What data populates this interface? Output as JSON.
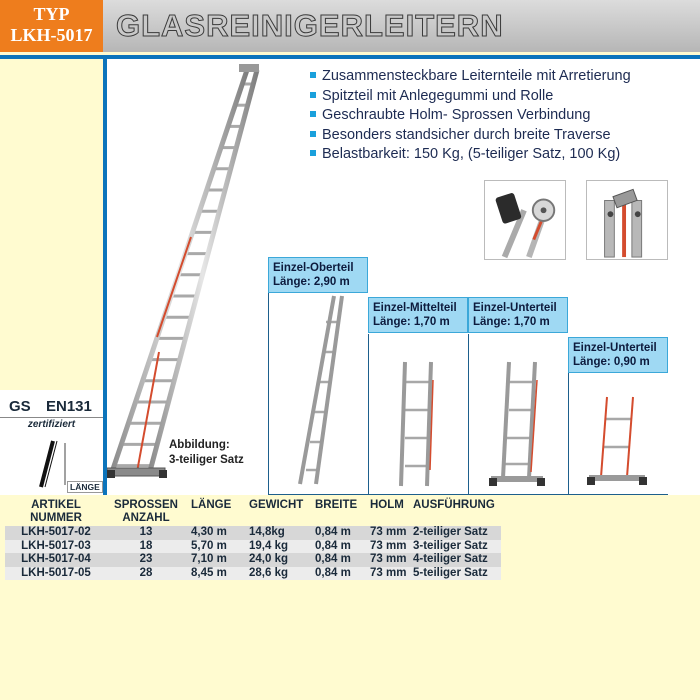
{
  "badge": {
    "line1": "TYP",
    "line2": "LKH-5017"
  },
  "title": "GLASREINIGERLEITERN",
  "features": [
    "Zusammensteckbare Leiternteile mit Arretierung",
    "Spitzteil mit Anlegegummi und Rolle",
    "Geschraubte Holm- Sprossen Verbindung",
    "Besonders standsicher durch breite Traverse",
    "Belastbarkeit: 150 Kg, (5-teiliger Satz, 100 Kg)"
  ],
  "pieces": [
    {
      "name": "Einzel-Oberteil",
      "length": "Länge: 2,90 m"
    },
    {
      "name": "Einzel-Mittelteil",
      "length": "Länge: 1,70 m"
    },
    {
      "name": "Einzel-Unterteil",
      "length": "Länge: 1,70 m"
    },
    {
      "name": "Einzel-Unterteil",
      "length": "Länge: 0,90 m"
    }
  ],
  "caption": {
    "line1": "Abbildung:",
    "line2": "3-teiliger Satz"
  },
  "certification": {
    "gs": "GS",
    "norm": "EN131",
    "certified": "zertifiziert",
    "length_label": "LÄNGE"
  },
  "table": {
    "headers": [
      {
        "l1": "ARTIKEL",
        "l2": "NUMMER"
      },
      {
        "l1": "SPROSSEN",
        "l2": "ANZAHL"
      },
      {
        "l1": "LÄNGE",
        "l2": ""
      },
      {
        "l1": "GEWICHT",
        "l2": ""
      },
      {
        "l1": "BREITE",
        "l2": ""
      },
      {
        "l1": "HOLM",
        "l2": ""
      },
      {
        "l1": "AUSFÜHRUNG",
        "l2": ""
      }
    ],
    "rows": [
      [
        "LKH-5017-02",
        "13",
        "4,30 m",
        "14,8kg",
        "0,84 m",
        "73 mm",
        "2-teiliger Satz"
      ],
      [
        "LKH-5017-03",
        "18",
        "5,70 m",
        "19,4 kg",
        "0,84 m",
        "73 mm",
        "3-teiliger Satz"
      ],
      [
        "LKH-5017-04",
        "23",
        "7,10 m",
        "24,0 kg",
        "0,84 m",
        "73 mm",
        "4-teiliger Satz"
      ],
      [
        "LKH-5017-05",
        "28",
        "8,45 m",
        "28,6 kg",
        "0,84 m",
        "73 mm",
        "5-teiliger Satz"
      ]
    ]
  },
  "colors": {
    "accent_orange": "#ee7d1d",
    "accent_blue": "#0c74bb",
    "label_bg": "#9fd9f3",
    "background": "#fffbd0"
  }
}
